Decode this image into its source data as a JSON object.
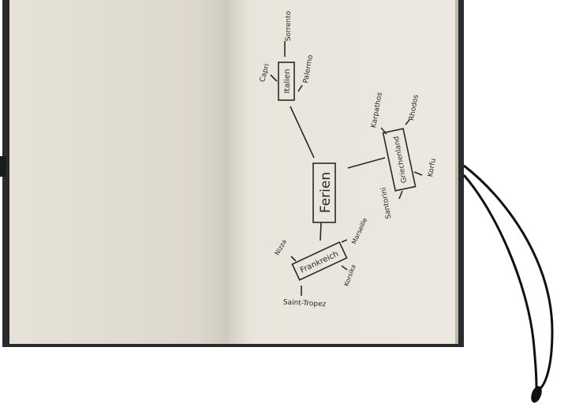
{
  "colors": {
    "cover": "#2b2b2d",
    "page": "#ebe7de",
    "ink": "#2a2826",
    "band": "#111111"
  },
  "mindmap": {
    "center": "Ferien",
    "branches": [
      {
        "label": "Italien",
        "items": [
          "Capri",
          "Sorrento",
          "Palermo"
        ]
      },
      {
        "label": "Griechenland",
        "items": [
          "Karpathos",
          "Rhodos",
          "Korfu",
          "Santorini"
        ]
      },
      {
        "label": "Frankreich",
        "items": [
          "Nizza",
          "Marseille",
          "Korsika",
          "Saint-Tropez"
        ]
      }
    ]
  }
}
